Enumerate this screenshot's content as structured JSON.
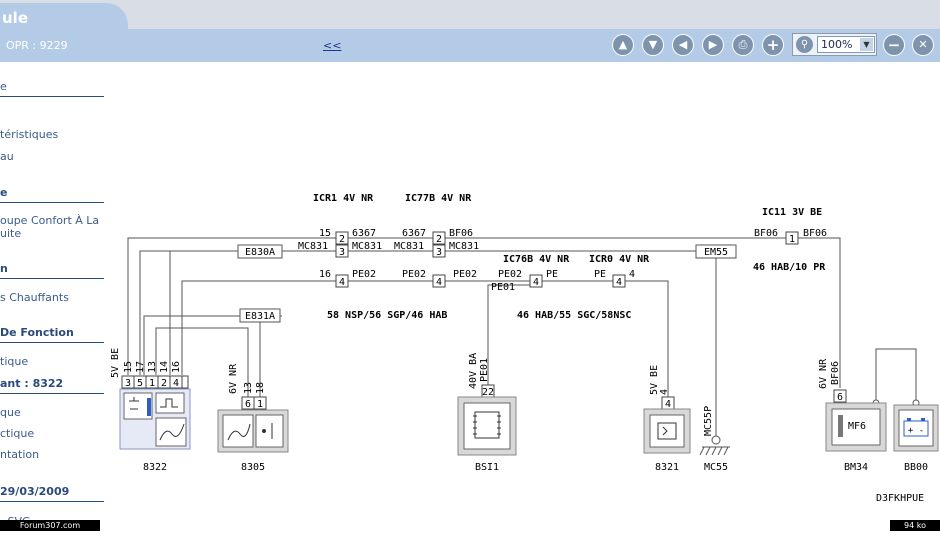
{
  "header": {
    "title": "ule",
    "opr": "OPR : 9229",
    "back_link": "<<",
    "zoom_value": "100%"
  },
  "toolbar_icons": [
    "arrow-up",
    "arrow-down",
    "arrow-left",
    "arrow-right",
    "print",
    "plus",
    "magnifier",
    "minus",
    "close"
  ],
  "sidebar": {
    "items": [
      "e",
      "téristiques",
      "au",
      "e",
      "oupe Confort À La",
      "uite",
      "n",
      "s Chauffants",
      "De Fonction",
      "tique",
      "ant : 8322",
      "que",
      "ctique",
      "ntation",
      "29/03/2009",
      "- SVG"
    ]
  },
  "diagram": {
    "harness_labels": [
      "ICR1  4V NR",
      "IC77B  4V NR",
      "IC11  3V BE",
      "IC76B  4V NR",
      "ICR0  4V NR"
    ],
    "notes": [
      "46 HAB/10 PR",
      "58 NSP/56 SGP/46 HAB",
      "46 HAB/55 SGC/58NSC"
    ],
    "boxed_labels": [
      "E830A",
      "E831A",
      "EM55"
    ],
    "wire_labels": {
      "w15": "15",
      "w16": "16",
      "w6367a": "6367",
      "w6367b": "6367",
      "mc831a": "MC831",
      "mc831b": "MC831",
      "mc831c": "MC831",
      "mc831d": "MC831",
      "bf06a": "BF06",
      "bf06b": "BF06",
      "bf06c": "BF06",
      "pe02a": "PE02",
      "pe02b": "PE02",
      "pe02c": "PE02",
      "pe02d": "PE02",
      "pe01": "PE01",
      "pea": "PE",
      "peb": "PE",
      "n4": "4"
    },
    "connector_pins": {
      "icr1_2": "2",
      "icr1_3": "3",
      "icr1_4": "4",
      "ic77b_2": "2",
      "ic77b_3": "3",
      "ic77b_4": "4",
      "ic76b_4": "4",
      "icr0_4": "4",
      "ic11_1": "1"
    },
    "vertical_labels": {
      "c8322": "5V BE",
      "c8305": "6V NR",
      "bsi": "40V BA",
      "bsi_pe01": "PE01",
      "c8321": "5V BE",
      "c8321_4": "4",
      "mc55p": "MC55P",
      "bm34": "6V NR",
      "bm34_bf06": "BF06",
      "p15": "15",
      "p17": "17",
      "p13": "13",
      "p14": "14",
      "p16": "16",
      "p13b": "13",
      "p18": "18"
    },
    "pins": {
      "c8322": [
        "3",
        "5",
        "1",
        "2",
        "4"
      ],
      "c8305": [
        "6",
        "1"
      ],
      "bsi": "22",
      "c8321": "4",
      "bm34": "6"
    },
    "components": [
      "8322",
      "8305",
      "BSI1",
      "8321",
      "MC55",
      "BM34",
      "BB00"
    ],
    "component_inner": {
      "mf6": "MF6",
      "battery": "+ -"
    },
    "diagram_code": "D3FKHPUE"
  },
  "footer": {
    "left": "Forum307.com",
    "right": "94 ko"
  },
  "colors": {
    "title_tab": "#b4cbe8",
    "toolbar": "#b4cbe8",
    "top_gray": "#d9dde6",
    "icon_fill": "#7e94ad",
    "link": "#1a3a8a",
    "sidebar_head": "#2a4a7c"
  }
}
